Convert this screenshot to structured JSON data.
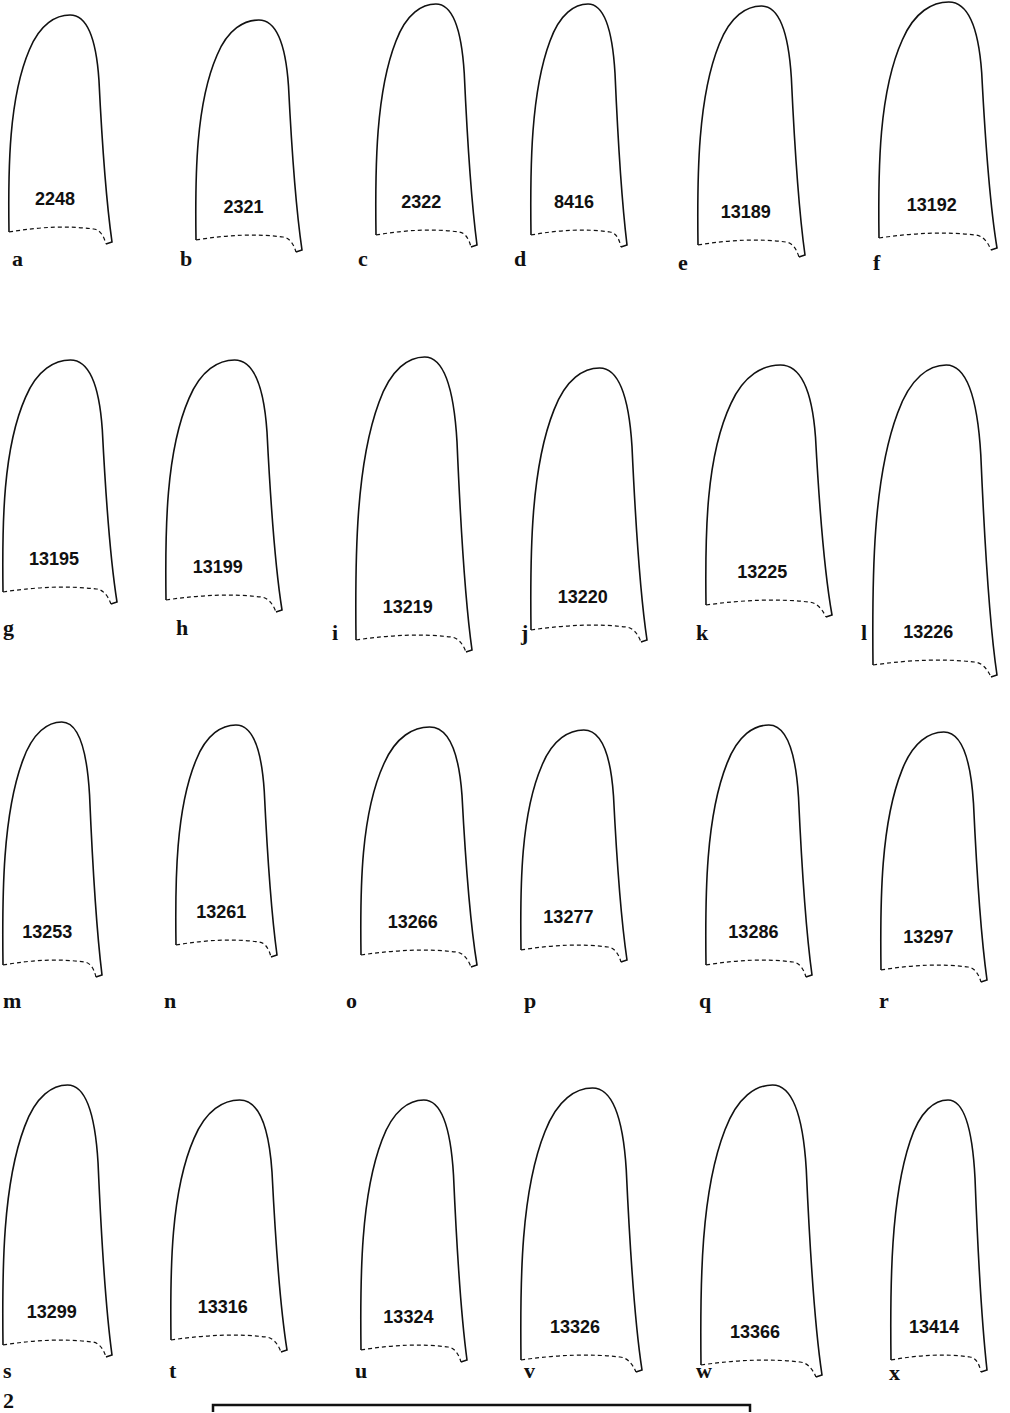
{
  "diagram": {
    "nodes": [
      {
        "text": [
          "2248"
        ]
      },
      {
        "text": [
          "2321"
        ]
      },
      {
        "text": [
          "2322"
        ]
      },
      {
        "text": [
          "8416"
        ]
      },
      {
        "text": [
          "13189"
        ]
      },
      {
        "text": [
          "13192"
        ]
      },
      {
        "text": [
          "13195"
        ]
      },
      {
        "text": [
          "13199"
        ]
      },
      {
        "text": [
          "13219"
        ]
      },
      {
        "text": [
          "13220"
        ]
      },
      {
        "text": [
          "13225"
        ]
      },
      {
        "text": [
          "13226"
        ]
      },
      {
        "text": [
          "13253"
        ]
      },
      {
        "text": [
          "13261"
        ]
      },
      {
        "text": [
          "13266"
        ]
      },
      {
        "text": [
          "13277"
        ]
      },
      {
        "text": [
          "13286"
        ]
      },
      {
        "text": [
          "13297"
        ]
      },
      {
        "text": [
          "13299"
        ]
      },
      {
        "text": [
          "13316"
        ]
      },
      {
        "text": [
          "13324"
        ]
      },
      {
        "text": [
          "13326"
        ]
      },
      {
        "text": [
          "13366"
        ]
      },
      {
        "text": [
          "13414"
        ]
      }
    ],
    "labels": [
      "a",
      "b",
      "c",
      "d",
      "e",
      "f",
      "g",
      "h",
      "i",
      "j",
      "k",
      "l",
      "m",
      "n",
      "o",
      "p",
      "q",
      "r",
      "s",
      "t",
      "u",
      "v",
      "w",
      "x",
      "2"
    ]
  }
}
